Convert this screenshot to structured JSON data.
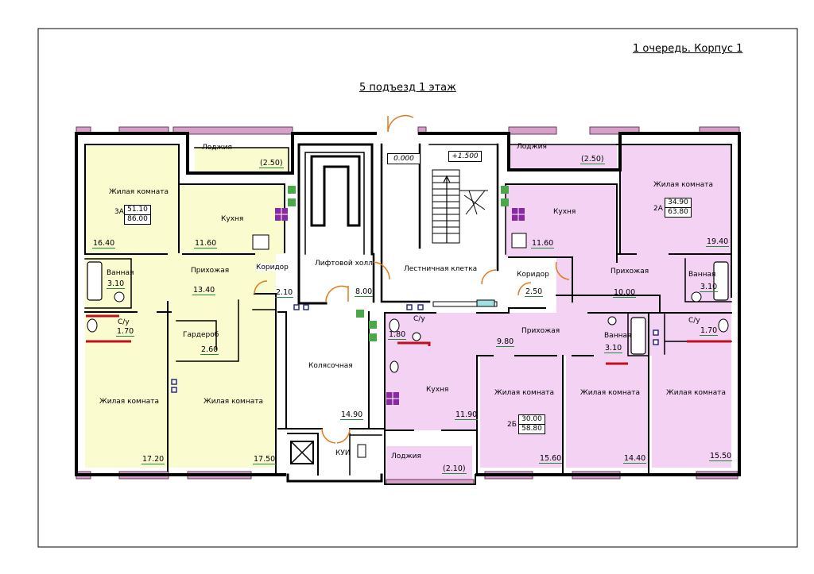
{
  "header": {
    "queue_building": "1 очередь. Корпус 1",
    "entrance_floor": "5 подъезд   1 этаж"
  },
  "levels": {
    "ground": "0.000",
    "stair": "+1.500"
  },
  "apartments": [
    {
      "id": "3A",
      "living_area": "51.10",
      "total_area": "86.00"
    },
    {
      "id": "2A",
      "living_area": "34.90",
      "total_area": "63.80"
    },
    {
      "id": "2Б",
      "living_area": "30.00",
      "total_area": "58.80"
    }
  ],
  "rooms": {
    "a3_living1": {
      "name": "Жилая комната",
      "area": "16.40"
    },
    "a3_kitchen": {
      "name": "Кухня",
      "area": "11.60"
    },
    "a3_loggia": {
      "name": "Лоджия",
      "area": "(2.50)"
    },
    "a3_hall": {
      "name": "Прихожая",
      "area": "13.40"
    },
    "a3_bath": {
      "name": "Ванная",
      "area": "3.10"
    },
    "a3_wc": {
      "name": "С/у",
      "area": "1.70"
    },
    "a3_corridor": {
      "name": "Коридор",
      "area": "2.10"
    },
    "a3_wardrobe": {
      "name": "Гардероб",
      "area": "2.60"
    },
    "a3_living2": {
      "name": "Жилая комната",
      "area": "17.20"
    },
    "a3_living3": {
      "name": "Жилая комната",
      "area": "17.50"
    },
    "lift_hall": {
      "name": "Лифтовой холл",
      "area": "8.00"
    },
    "stairwell": {
      "name": "Лестничная клетка"
    },
    "stroller": {
      "name": "Колясочная",
      "area": "14.90"
    },
    "kui": {
      "name": "КУИ"
    },
    "a2a_loggia": {
      "name": "Лоджия",
      "area": "(2.50)"
    },
    "a2a_kitchen": {
      "name": "Кухня",
      "area": "11.60"
    },
    "a2a_living1": {
      "name": "Жилая комната",
      "area": "19.40"
    },
    "a2a_corridor": {
      "name": "Коридор",
      "area": "2.50"
    },
    "a2a_hall": {
      "name": "Прихожая",
      "area": "10.00"
    },
    "a2a_bath": {
      "name": "Ванная",
      "area": "3.10"
    },
    "a2a_wc": {
      "name": "С/у",
      "area": "1.70"
    },
    "a2a_living2": {
      "name": "Жилая комната",
      "area": "15.50"
    },
    "a2b_wc": {
      "name": "С/у",
      "area": "1.80"
    },
    "a2b_hall": {
      "name": "Прихожая",
      "area": "9.80"
    },
    "a2b_bath": {
      "name": "Ванная",
      "area": "3.10"
    },
    "a2b_kitchen": {
      "name": "Кухня",
      "area": "11.90"
    },
    "a2b_living1": {
      "name": "Жилая комната",
      "area": "15.60"
    },
    "a2b_living2": {
      "name": "Жилая комната",
      "area": "14.40"
    },
    "a2b_loggia": {
      "name": "Лоджия",
      "area": "(2.10)"
    }
  },
  "colors": {
    "apartment_3a_fill": "#fbfbd0",
    "apartment_2_fill": "#f3d2f3",
    "window": "#d6a1c8",
    "wall": "#000000",
    "area_underline": "#1e8a3a",
    "wet_wall": "#c0101e",
    "door": "#e07a1a",
    "vent": "#2a2a8a",
    "lift_button": "#4aa84a",
    "stove": "#8a2aa0"
  }
}
